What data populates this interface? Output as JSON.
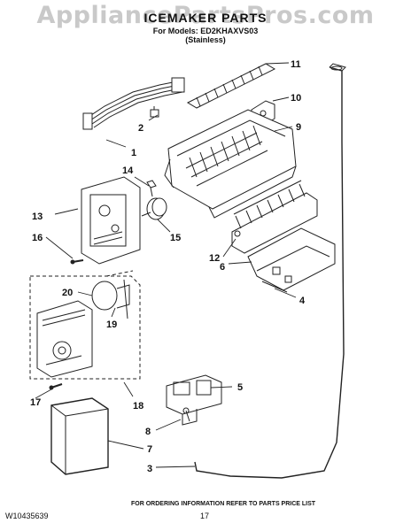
{
  "watermark": "AppliancePartsPros.com",
  "header": {
    "title": "ICEMAKER PARTS",
    "models_line": "For Models: ED2KHAXVS03",
    "finish_line": "(Stainless)"
  },
  "callouts": [
    "1",
    "2",
    "3",
    "4",
    "5",
    "6",
    "7",
    "8",
    "9",
    "10",
    "11",
    "12",
    "13",
    "14",
    "15",
    "16",
    "17",
    "18",
    "19",
    "20"
  ],
  "footer": {
    "doc_id": "W10435639",
    "page_number": "17",
    "ordering_info": "FOR ORDERING INFORMATION REFER TO PARTS PRICE LIST"
  }
}
